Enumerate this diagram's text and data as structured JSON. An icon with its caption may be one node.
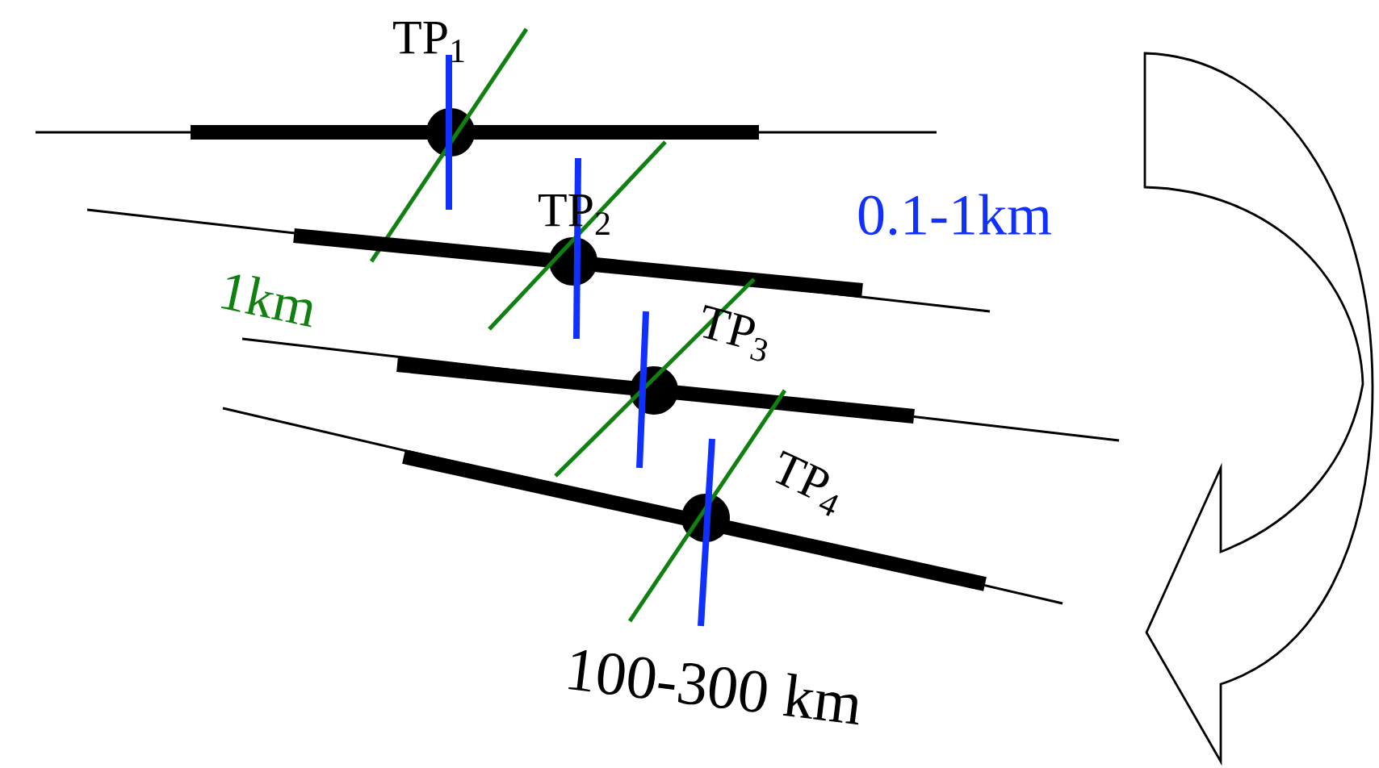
{
  "diagram": {
    "labels": [
      "TP$_{1}$",
      "TP$_{2}$",
      "0.1-1km",
      "1km",
      "TP$_{3}$",
      "TP$_{4}$",
      "100-300 km"
    ]
  }
}
